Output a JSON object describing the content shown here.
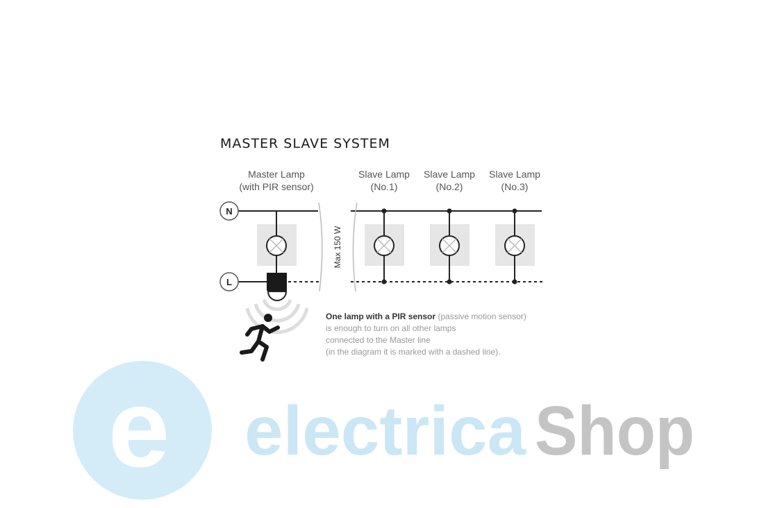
{
  "title": "MASTER SLAVE SYSTEM",
  "master": {
    "line1": "Master Lamp",
    "line2": "(with PIR sensor)"
  },
  "slaves": [
    {
      "line1": "Slave Lamp",
      "line2": "(No.1)"
    },
    {
      "line1": "Slave Lamp",
      "line2": "(No.2)"
    },
    {
      "line1": "Slave Lamp",
      "line2": "(No.3)"
    }
  ],
  "terminals": {
    "neutral": "N",
    "live": "L"
  },
  "max_power": "Max 150 W",
  "caption": {
    "bold": "One lamp with a PIR sensor",
    "rest1": " (passive motion sensor)",
    "line2": "is enough to turn on all other lamps",
    "line3": "connected to the Master line",
    "line4": "(in the diagram it is marked with a dashed line)."
  },
  "watermark": {
    "part1": "electrica",
    "part2": "Shop",
    "logo_letter": "e",
    "color_blue": "#a9d8f0",
    "color_gray": "#9a9a9a"
  }
}
